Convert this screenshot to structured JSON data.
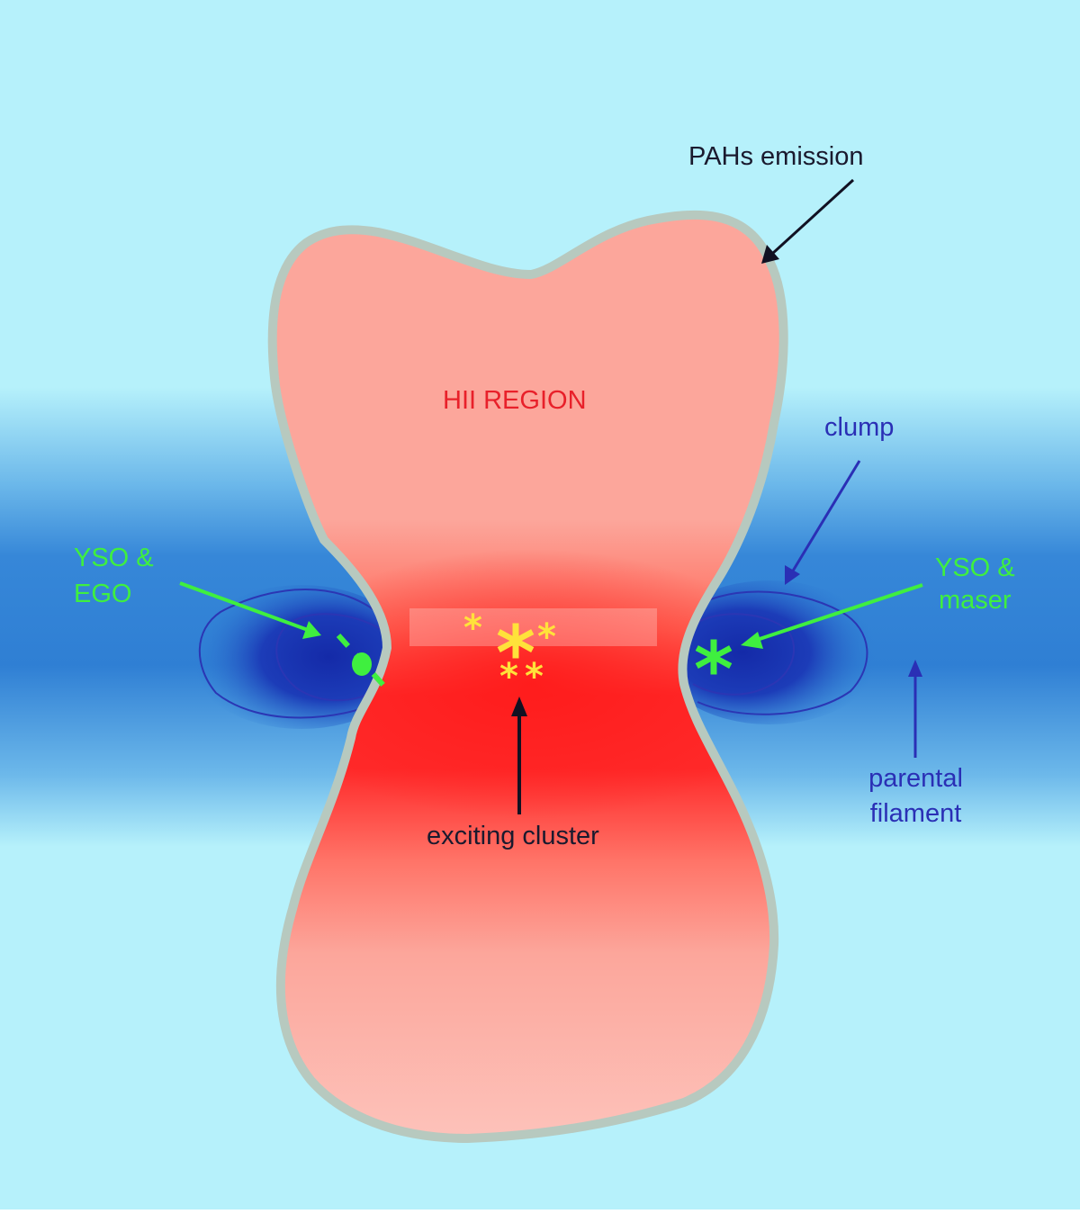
{
  "colors": {
    "background_light": "#b6f1fb",
    "filament_blue": "#2f7fd4",
    "clump_dark": "#1530b0",
    "hii_pink": "#fca69b",
    "hii_red": "#ff2a2a",
    "pah_rim": "#b7c9bf",
    "cluster_yellow": "#ffe23a",
    "yso_green": "#3fef3f",
    "label_black": "#1a1a2e",
    "label_blue": "#2a2fb5",
    "label_red": "#e8202a"
  },
  "labels": {
    "pahs": "PAHs emission",
    "hii": "HII  REGION",
    "clump": "clump",
    "yso_ego_line1": "YSO &",
    "yso_ego_line2": "EGO",
    "yso_maser_line1": "YSO &",
    "yso_maser_line2": "maser",
    "parental_line1": "parental",
    "parental_line2": "filament",
    "exciting": "exciting cluster"
  },
  "icons": {
    "cluster_star_glyph": "*",
    "maser_star_glyph": "*"
  }
}
